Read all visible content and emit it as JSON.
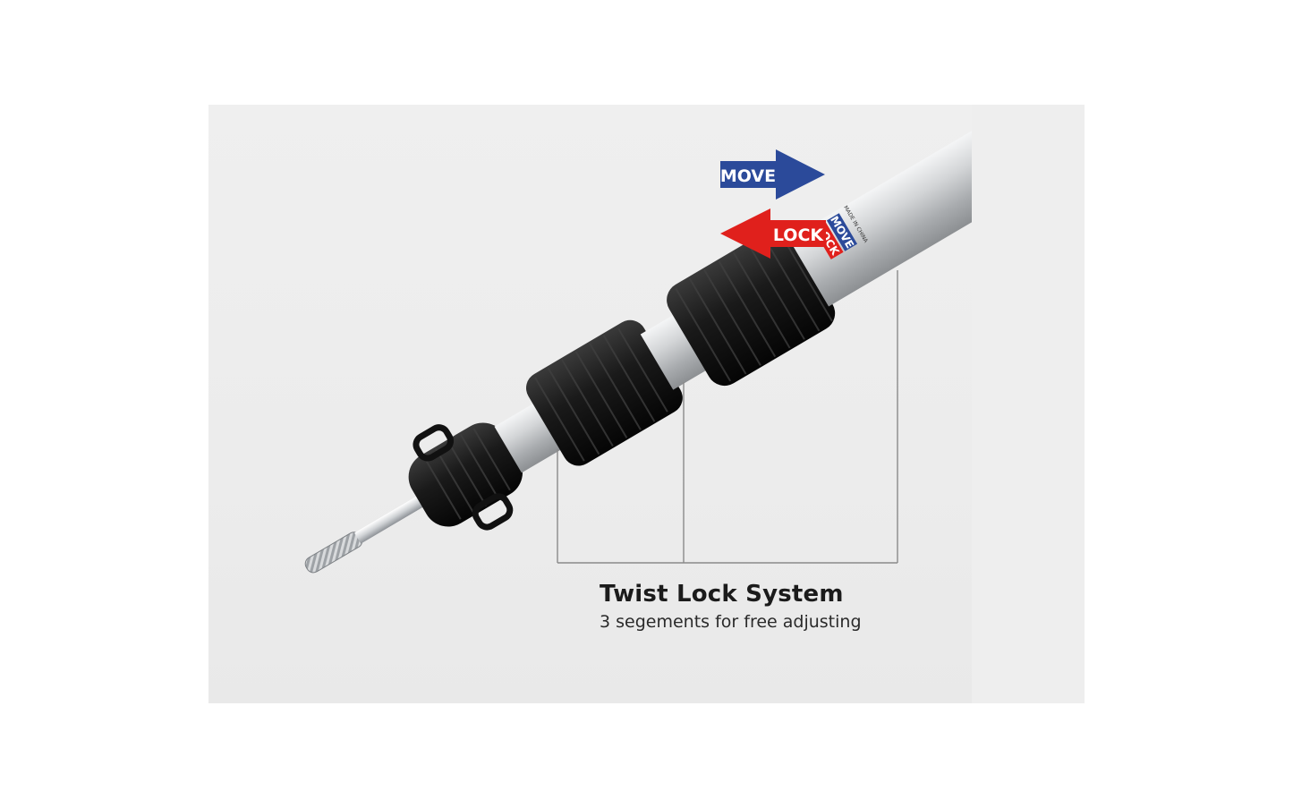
{
  "labels": {
    "move_arrow": "MOVE",
    "lock_arrow": "LOCK",
    "pole_move": "MOVE",
    "pole_lock": "LOCK",
    "pole_small_print": "MADE IN CHINA"
  },
  "caption": {
    "title": "Twist Lock System",
    "subtitle": "3 segements for free adjusting"
  },
  "colors": {
    "move_arrow": "#2b4a9a",
    "lock_arrow": "#e0201c",
    "grip": "#161616",
    "pole": "#c9cbcd",
    "callout_line": "#8a8a8a"
  },
  "icons": {
    "move_arrow": "arrow-right-icon",
    "lock_arrow": "arrow-left-icon"
  }
}
